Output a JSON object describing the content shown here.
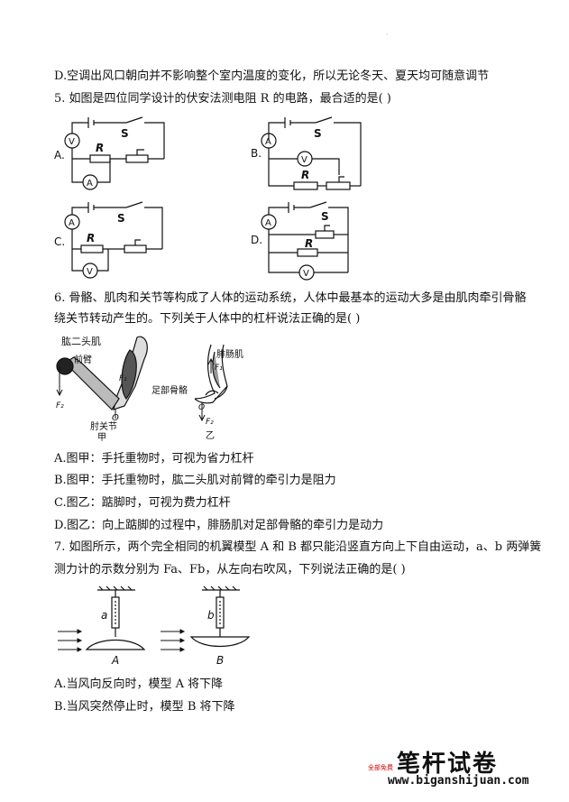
{
  "lines": {
    "d_prev": "D.空调出风口朝向并不影响整个室内温度的变化，所以无论冬天、夏天均可随意调节",
    "q5": "5. 如图是四位同学设计的伏安法测电阻 R 的电路，最合适的是(   )",
    "q6_1": "6. 骨骼、肌肉和关节等构成了人体的运动系统，人体中最基本的运动大多是由肌肉牵引骨骼",
    "q6_2": "绕关节转动产生的。下列关于人体中的杠杆说法正确的是(   )",
    "q6_a": "A.图甲：手托重物时，可视为省力杠杆",
    "q6_b": "B.图甲：手托重物时，肱二头肌对前臂的牵引力是阻力",
    "q6_c": "C.图乙：踮脚时，可视为费力杠杆",
    "q6_d": "D.图乙：向上踮脚的过程中，腓肠肌对足部骨骼的牵引力是动力",
    "q7_1": "7. 如图所示，两个完全相同的机翼模型 A 和 B 都只能沿竖直方向上下自由运动，a、b 两弹簧",
    "q7_2": "测力计的示数分别为 Fa、Fb，从左向右吹风，下列说法正确的是(   )",
    "q7_a": "A.当风向反向时，模型 A 将下降",
    "q7_b": "B.当风突然停止时，模型 B 将下降"
  },
  "circuits": {
    "a": "A.",
    "b": "B.",
    "c": "C.",
    "d": "D.",
    "ammeter": "A",
    "voltmeter": "V",
    "switch": "S",
    "resistor": "R"
  },
  "body_fig": {
    "biceps": "肱二头肌",
    "forearm": "前臂",
    "f1": "F₁",
    "f2": "F₂",
    "o": "O",
    "elbow": "肘关节",
    "jia": "甲",
    "calf": "腓肠肌",
    "foot": "足部骨骼",
    "yi": "乙"
  },
  "wing_fig": {
    "a": "a",
    "b": "b",
    "A": "A",
    "B": "B"
  },
  "watermark": {
    "title": "笔杆试卷",
    "url": "www.biganshijuan.com",
    "small": "全部免费"
  }
}
